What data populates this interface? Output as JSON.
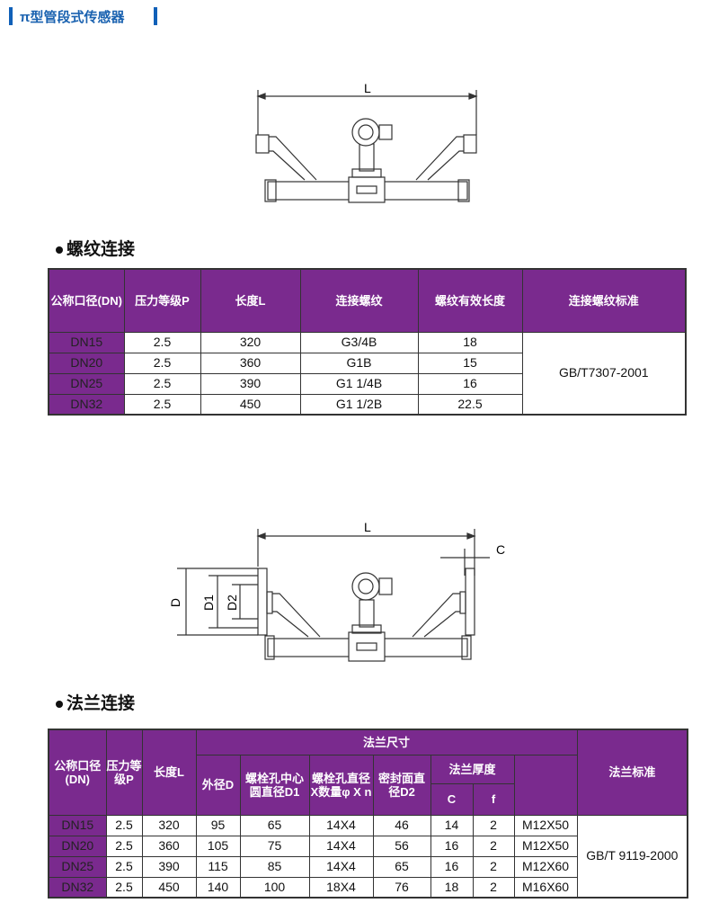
{
  "header": {
    "title": "π型管段式传感器"
  },
  "diagram1": {
    "label_L": "L"
  },
  "diagram2": {
    "label_L": "L",
    "label_C": "C",
    "label_D": "D",
    "label_D1": "D1",
    "label_D2": "D2"
  },
  "section1": {
    "title": "螺纹连接",
    "headers": [
      "公称口径(DN)",
      "压力等级P",
      "长度L",
      "连接螺纹",
      "螺纹有效长度",
      "连接螺纹标准"
    ],
    "rows": [
      [
        "DN15",
        "2.5",
        "320",
        "G3/4B",
        "18"
      ],
      [
        "DN20",
        "2.5",
        "360",
        "G1B",
        "15"
      ],
      [
        "DN25",
        "2.5",
        "390",
        "G1 1/4B",
        "16"
      ],
      [
        "DN32",
        "2.5",
        "450",
        "G1 1/2B",
        "22.5"
      ]
    ],
    "standard": "GB/T7307-2001"
  },
  "section2": {
    "title": "法兰连接",
    "headers": {
      "dn": "公称口径(DN)",
      "p": "压力等级P",
      "l": "长度L",
      "group": "法兰尺寸",
      "d": "外径D",
      "d1": "螺栓孔中心圆直径D1",
      "hole": "螺栓孔直径X数量φ X n",
      "d2": "密封面直径D2",
      "thick": "法兰厚度",
      "c": "C",
      "f": "f",
      "std": "法兰标准"
    },
    "rows": [
      [
        "DN15",
        "2.5",
        "320",
        "95",
        "65",
        "14X4",
        "46",
        "14",
        "2",
        "M12X50"
      ],
      [
        "DN20",
        "2.5",
        "360",
        "105",
        "75",
        "14X4",
        "56",
        "16",
        "2",
        "M12X50"
      ],
      [
        "DN25",
        "2.5",
        "390",
        "115",
        "85",
        "14X4",
        "65",
        "16",
        "2",
        "M12X60"
      ],
      [
        "DN32",
        "2.5",
        "450",
        "140",
        "100",
        "18X4",
        "76",
        "18",
        "2",
        "M16X60"
      ]
    ],
    "standard": "GB/T 9119-2000"
  }
}
